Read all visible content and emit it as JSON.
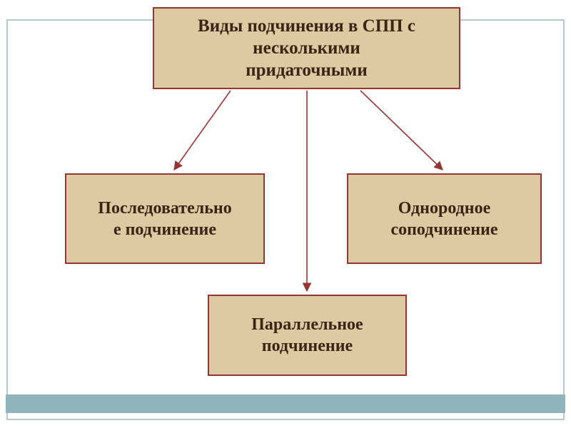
{
  "slide": {
    "title_box": {
      "label": "Виды подчинения в СПП с несколькими придаточными",
      "lines": [
        "Виды подчинения в СПП с",
        "несколькими",
        "придаточными"
      ]
    },
    "boxes": [
      {
        "id": "sequential-subordination",
        "label": "Последовательное подчинение",
        "lines": [
          "Последовательно",
          "е подчинение"
        ]
      },
      {
        "id": "homogeneous-subordination",
        "label": "Однородное соподчинение",
        "lines": [
          "Однородное",
          "соподчинение"
        ]
      },
      {
        "id": "parallel-subordination",
        "label": "Параллельное подчинение",
        "lines": [
          "Параллельное",
          "подчинение"
        ]
      }
    ]
  },
  "colors": {
    "box_fill": "#ddc9a2",
    "box_border": "#963634",
    "arrow": "#963634",
    "text": "#3a2412",
    "frame_border": "#b5c9d3",
    "bottom_bar": "#8fb4bc",
    "page_bg": "#ffffff"
  }
}
